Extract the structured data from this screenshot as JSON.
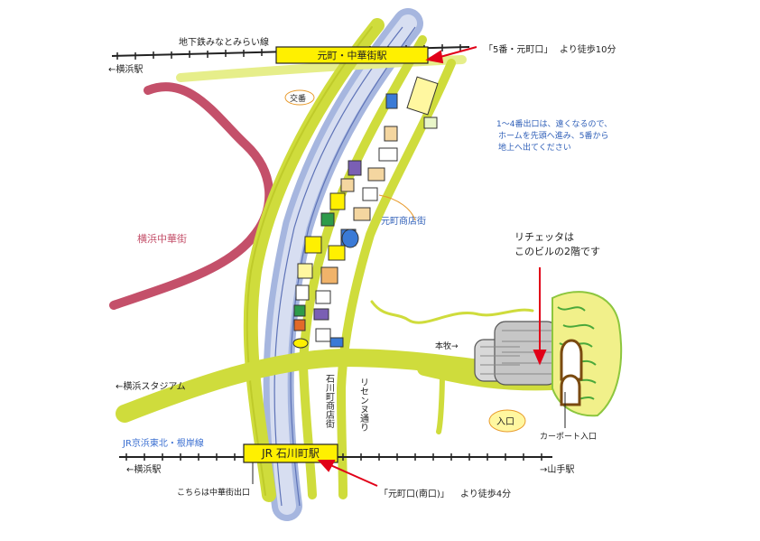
{
  "lines": {
    "subway_name": "地下鉄みなとみらい線",
    "jr_name": "JR京浜東北・根岸線"
  },
  "stations": {
    "motomachi_chukagai": "元町・中華街駅",
    "ishikawacho": "JR 石川町駅"
  },
  "directions": {
    "yokohama_top": "←横浜駅",
    "yokohama_bottom": "←横浜駅",
    "stadium": "←横浜スタジアム",
    "yamate": "→山手駅"
  },
  "areas": {
    "chinatown": "横浜中華街",
    "motomachi_shoutengai": "元町商店街",
    "ishikawacho_shoutengai": "石川町商店街",
    "rinkan_dori": "リセンヌ通り"
  },
  "landmarks": {
    "koban": "交番",
    "honmoku": "本牧→",
    "carport": "カーポート入口",
    "entrance": "入口",
    "chukagai_exit": "こちらは中華街出口"
  },
  "notes": {
    "top_exit_1": "「5番・元町口」",
    "top_exit_2": "より徒歩10分",
    "exit_advice_1": "1～4番出口は、遠くなるので、",
    "exit_advice_2": "ホームを先頭へ進み、5番から",
    "exit_advice_3": "地上へ出てください",
    "building_1": "リチェッタは",
    "building_2": "このビルの2階です",
    "bottom_exit_1": "「元町口(南口)」",
    "bottom_exit_2": "より徒歩4分"
  },
  "colors": {
    "road": "#cfdc3c",
    "road_light": "#e6ee8a",
    "river": "#a6b6df",
    "river_dark": "#5e73b7",
    "chinatown_road": "#c4506a",
    "station_yellow": "#fff000",
    "arrow_red": "#e10018",
    "note_blue": "#2f5fb8",
    "jr_blue": "#3b6fd1",
    "outline_orange": "#e89a2c"
  }
}
